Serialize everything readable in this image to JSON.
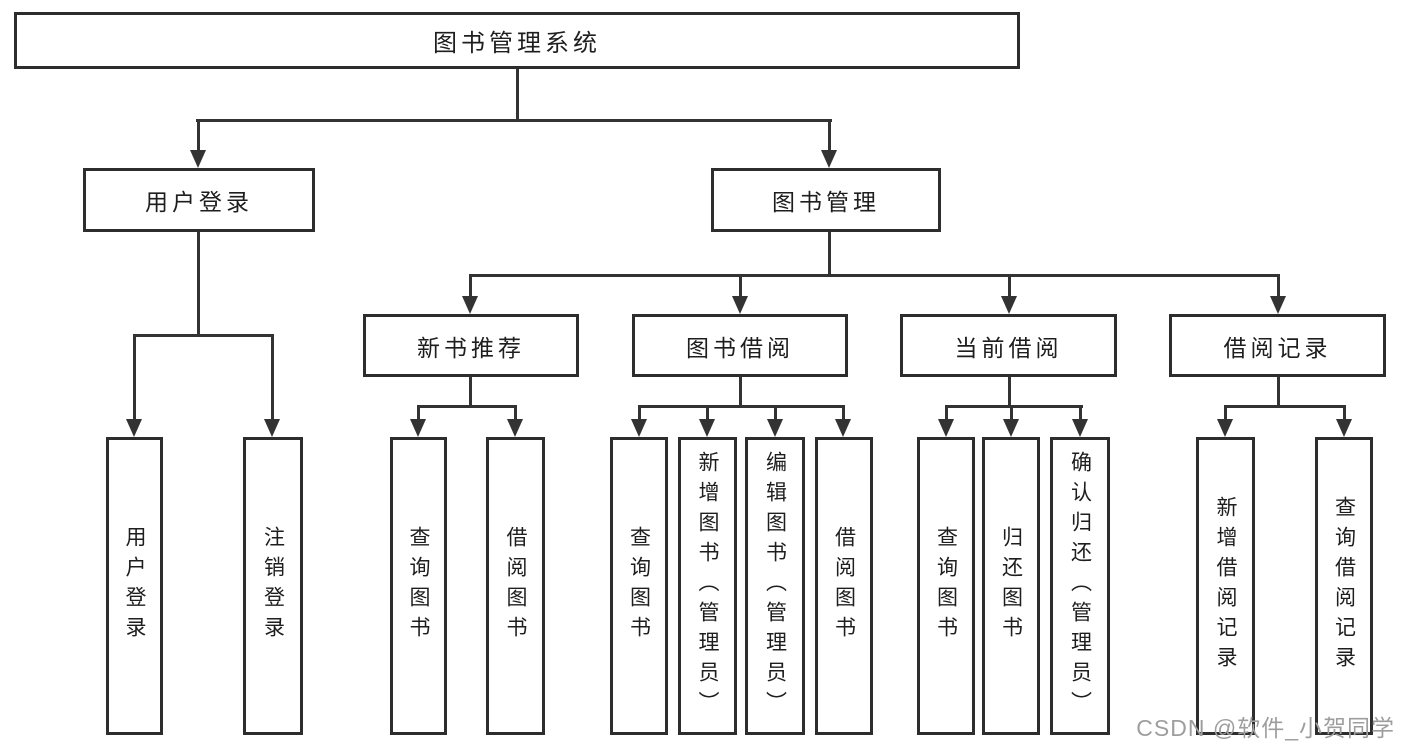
{
  "colors": {
    "line": "#333333",
    "border": "#2d2d2d",
    "text": "#1e1e1e",
    "watermark": "#9e9e9e",
    "background": "#ffffff"
  },
  "tree": {
    "root": "图书管理系统",
    "branches": [
      {
        "label": "用户登录",
        "children": [
          "用户登录",
          "注销登录"
        ]
      },
      {
        "label": "图书管理",
        "groups": [
          {
            "label": "新书推荐",
            "children": [
              "查询图书",
              "借阅图书"
            ]
          },
          {
            "label": "图书借阅",
            "children": [
              "查询图书",
              "新增图书（管理员）",
              "编辑图书（管理员）",
              "借阅图书"
            ]
          },
          {
            "label": "当前借阅",
            "children": [
              "查询图书",
              "归还图书",
              "确认归还（管理员）"
            ]
          },
          {
            "label": "借阅记录",
            "children": [
              "新增借阅记录",
              "查询借阅记录"
            ]
          }
        ]
      }
    ]
  },
  "watermark": {
    "text": "CSDN @软件_小贺同学"
  }
}
